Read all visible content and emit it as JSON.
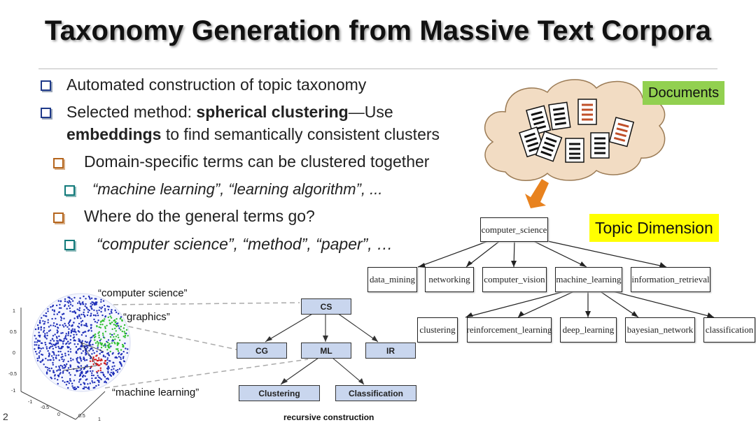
{
  "title": "Taxonomy Generation from Massive Text Corpora",
  "bullets": {
    "b1": "Automated construction of topic taxonomy",
    "b2_pre": "Selected method: ",
    "b2_bold": "spherical clustering",
    "b2_post": "—Use",
    "b2_l2_bold": "embeddings",
    "b2_l2_post": " to find semantically consistent clusters",
    "b3": "Domain-specific terms can be clustered together",
    "b4": "“machine learning”, “learning algorithm”, ...",
    "b5": "Where do the general terms go?",
    "b6": "“computer science”, “method”, “paper”, …"
  },
  "labels": {
    "documents": "Documents",
    "topic_dimension": "Topic Dimension"
  },
  "topic_tree": {
    "root": "computer_science",
    "level1": [
      "data_mining",
      "networking",
      "computer_vision",
      "machine_learning",
      "information_retrieval"
    ],
    "level2": [
      "clustering",
      "reinforcement_learning",
      "deep_learning",
      "bayesian_network",
      "classification"
    ]
  },
  "recursive_tree": {
    "root": "CS",
    "level1": [
      "CG",
      "ML",
      "IR"
    ],
    "level2": [
      "Clustering",
      "Classification"
    ],
    "caption": "recursive construction"
  },
  "sphere": {
    "labels": [
      "“computer science”",
      "“graphics”",
      "“machine learning”"
    ],
    "y_ticks": [
      "1",
      "0.5",
      "0",
      "-0.5",
      "-1"
    ],
    "x_ticks": [
      "-1",
      "-0.5",
      "0",
      "0.5",
      "1"
    ]
  },
  "page_number": "2",
  "colors": {
    "bullet_blue": "#1f3a8a",
    "bullet_brown": "#b5651d",
    "bullet_teal": "#117a7a",
    "documents_bg": "#92d050",
    "topic_dimension_bg": "#ffff00",
    "cloud_fill": "#f2dcc3",
    "arrow": "#e8821e",
    "node_fill": "#c9d6ee"
  }
}
